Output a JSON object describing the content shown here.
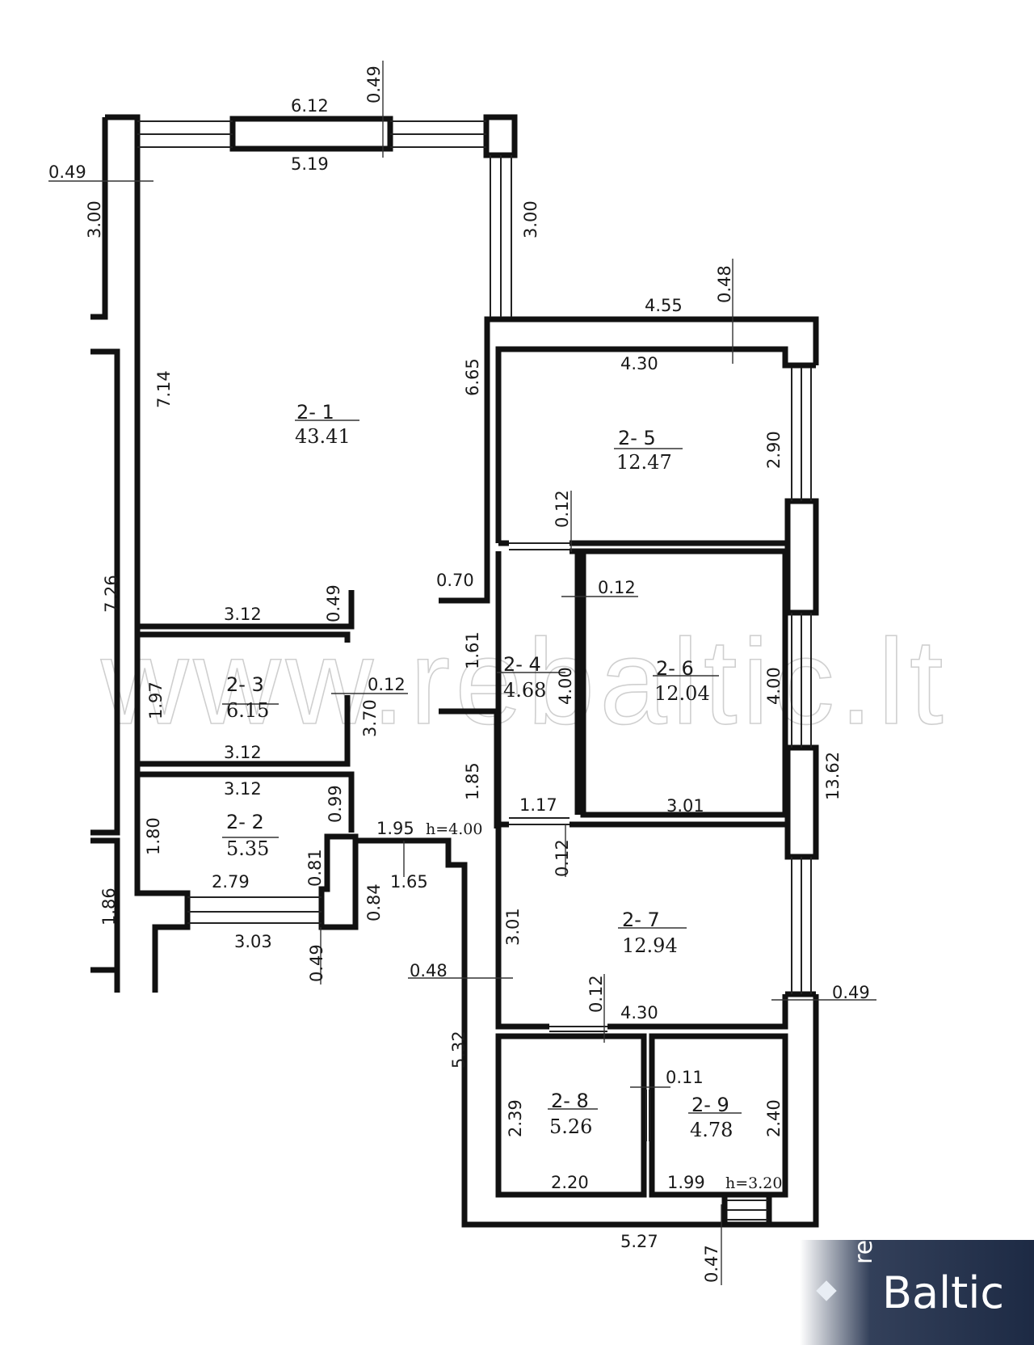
{
  "watermark": "www.rebaltic.lt",
  "brand": {
    "prefix": "re",
    "name": "Baltic",
    "colors": {
      "bg": "#1d2a44",
      "text": "#ffffff"
    }
  },
  "rooms": [
    {
      "id": "2- 1",
      "area": "43.41"
    },
    {
      "id": "2- 2",
      "area": "5.35"
    },
    {
      "id": "2- 3",
      "area": "6.15"
    },
    {
      "id": "2- 4",
      "area": "4.68"
    },
    {
      "id": "2- 5",
      "area": "12.47"
    },
    {
      "id": "2- 6",
      "area": "12.04"
    },
    {
      "id": "2- 7",
      "area": "12.94"
    },
    {
      "id": "2- 8",
      "area": "5.26"
    },
    {
      "id": "2- 9",
      "area": "4.78"
    }
  ],
  "heights": [
    "h=4.00",
    "h=3.20"
  ],
  "dimensions": [
    "6.12",
    "0.49",
    "5.19",
    "0.49",
    "3.00",
    "3.00",
    "7.14",
    "7.26",
    "4.55",
    "0.48",
    "4.30",
    "6.65",
    "2.90",
    "0.12",
    "0.70",
    "0.12",
    "3.12",
    "0.49",
    "1.61",
    "4.00",
    "4.00",
    "1.97",
    "0.12",
    "3.70",
    "3.12",
    "3.12",
    "0.99",
    "1.85",
    "1.17",
    "3.01",
    "13.62",
    "1.80",
    "1.95",
    "0.81",
    "0.12",
    "2.79",
    "1.65",
    "0.84",
    "3.01",
    "1.86",
    "3.03",
    "0.49",
    "0.48",
    "0.12",
    "4.30",
    "0.49",
    "5.32",
    "0.11",
    "2.39",
    "2.40",
    "2.20",
    "1.99",
    "5.27",
    "0.47"
  ]
}
